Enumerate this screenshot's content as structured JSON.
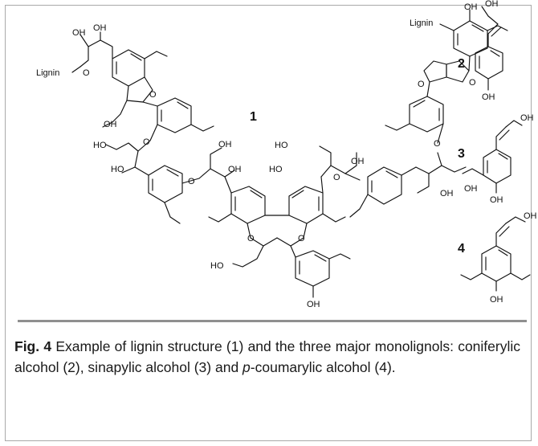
{
  "structure_labels": {
    "lignin": "Lignin",
    "oh": "OH",
    "ho": "HO",
    "o": "O",
    "num1": "1",
    "num2": "2",
    "num3": "3",
    "num4": "4"
  },
  "caption": {
    "fig_label": "Fig. 4",
    "part1": " Example of lignin structure (1) and the three major monolignols: coniferylic alcohol (2), sinapylic alcohol (3) and ",
    "ital": "p",
    "part2": "-coumarylic alcohol (4)."
  }
}
